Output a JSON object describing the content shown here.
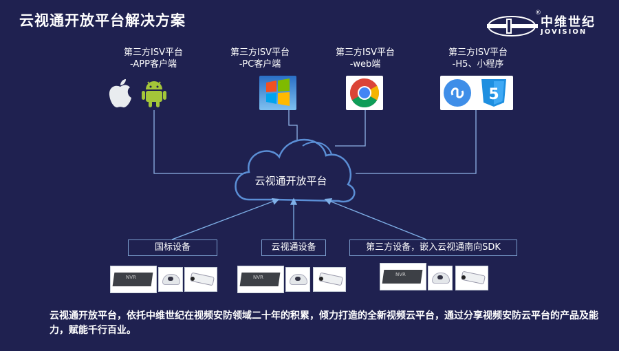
{
  "title": "云视通开放平台解决方案",
  "logo": {
    "cn": "中维世纪",
    "en": "JOVISION",
    "registered": "®"
  },
  "clients": [
    {
      "line1": "第三方ISV平台",
      "line2": "-APP客户端",
      "icons": [
        "apple-icon",
        "android-icon"
      ]
    },
    {
      "line1": "第三方ISV平台",
      "line2": "-PC客户端",
      "icons": [
        "windows-icon"
      ]
    },
    {
      "line1": "第三方ISV平台",
      "line2": "-web端",
      "icons": [
        "chrome-icon"
      ]
    },
    {
      "line1": "第三方ISV平台",
      "line2": "-H5、小程序",
      "icons": [
        "miniprogram-icon",
        "html5-icon"
      ]
    }
  ],
  "cloud": {
    "label": "云视通开放平台"
  },
  "devices": [
    {
      "label": "国标设备",
      "items": [
        "nvr",
        "dome-camera",
        "bullet-camera"
      ]
    },
    {
      "label": "云视通设备",
      "items": [
        "nvr",
        "dome-camera",
        "bullet-camera"
      ]
    },
    {
      "label": "第三方设备，嵌入云视通南向SDK",
      "items": [
        "nvr",
        "dome-camera",
        "bullet-camera"
      ]
    }
  ],
  "nvr_text": "NVR",
  "html5_text": "5",
  "description": "云视通开放平台，依托中维世纪在视频安防领域二十年的积累，倾力打造的全新视频云平台，通过分享视频安防云平台的产品及能力，赋能千行百业。",
  "colors": {
    "background": "#1f2150",
    "cloud_stroke": "#5b8fd6",
    "connector": "#8fb4e6",
    "arrow": "#7fb0e8"
  }
}
